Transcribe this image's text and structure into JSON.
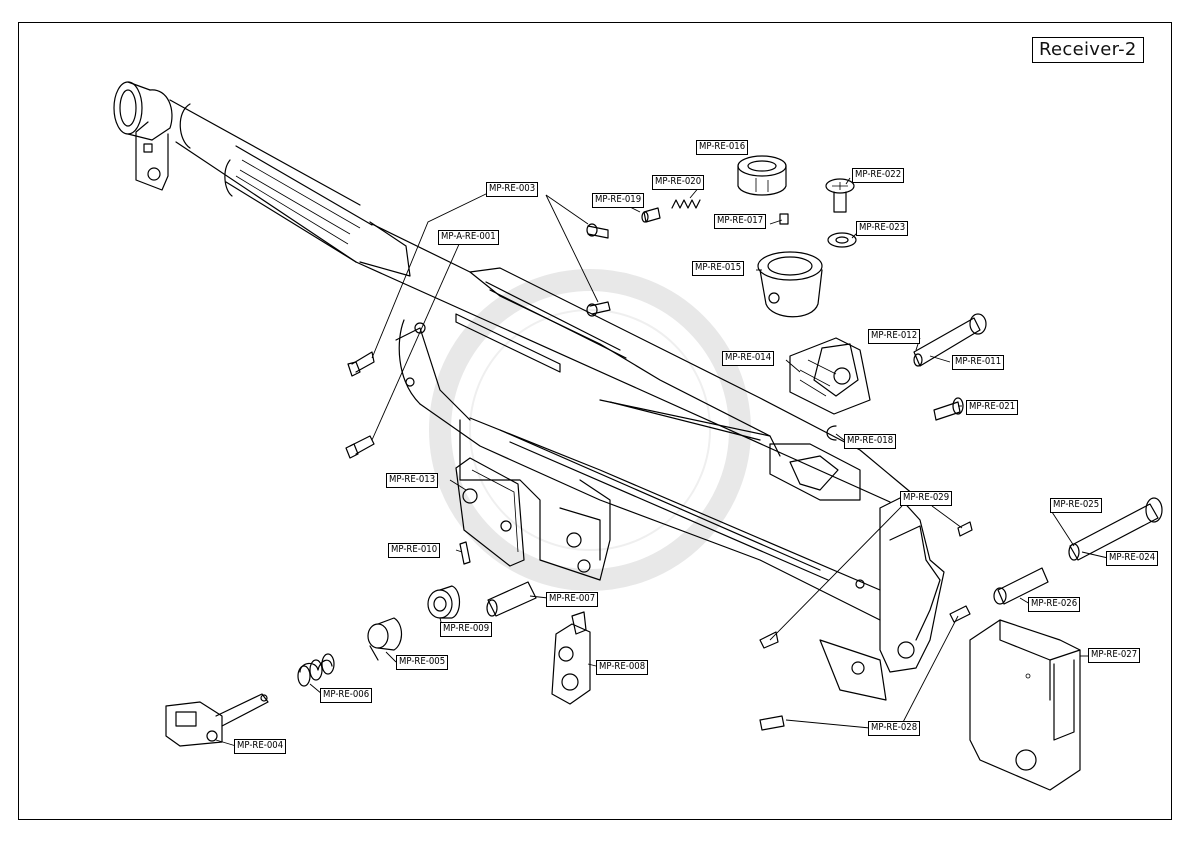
{
  "diagram": {
    "title": "Receiver-2",
    "parts": [
      "MP-RE-003",
      "MP-A-RE-001",
      "MP-RE-019",
      "MP-RE-020",
      "MP-RE-016",
      "MP-RE-017",
      "MP-RE-022",
      "MP-RE-023",
      "MP-RE-015",
      "MP-RE-012",
      "MP-RE-011",
      "MP-RE-014",
      "MP-RE-021",
      "MP-RE-018",
      "MP-RE-013",
      "MP-RE-029",
      "MP-RE-025",
      "MP-RE-024",
      "MP-RE-010",
      "MP-RE-007",
      "MP-RE-009",
      "MP-RE-026",
      "MP-RE-027",
      "MP-RE-005",
      "MP-RE-008",
      "MP-RE-006",
      "MP-RE-028",
      "MP-RE-004"
    ]
  }
}
